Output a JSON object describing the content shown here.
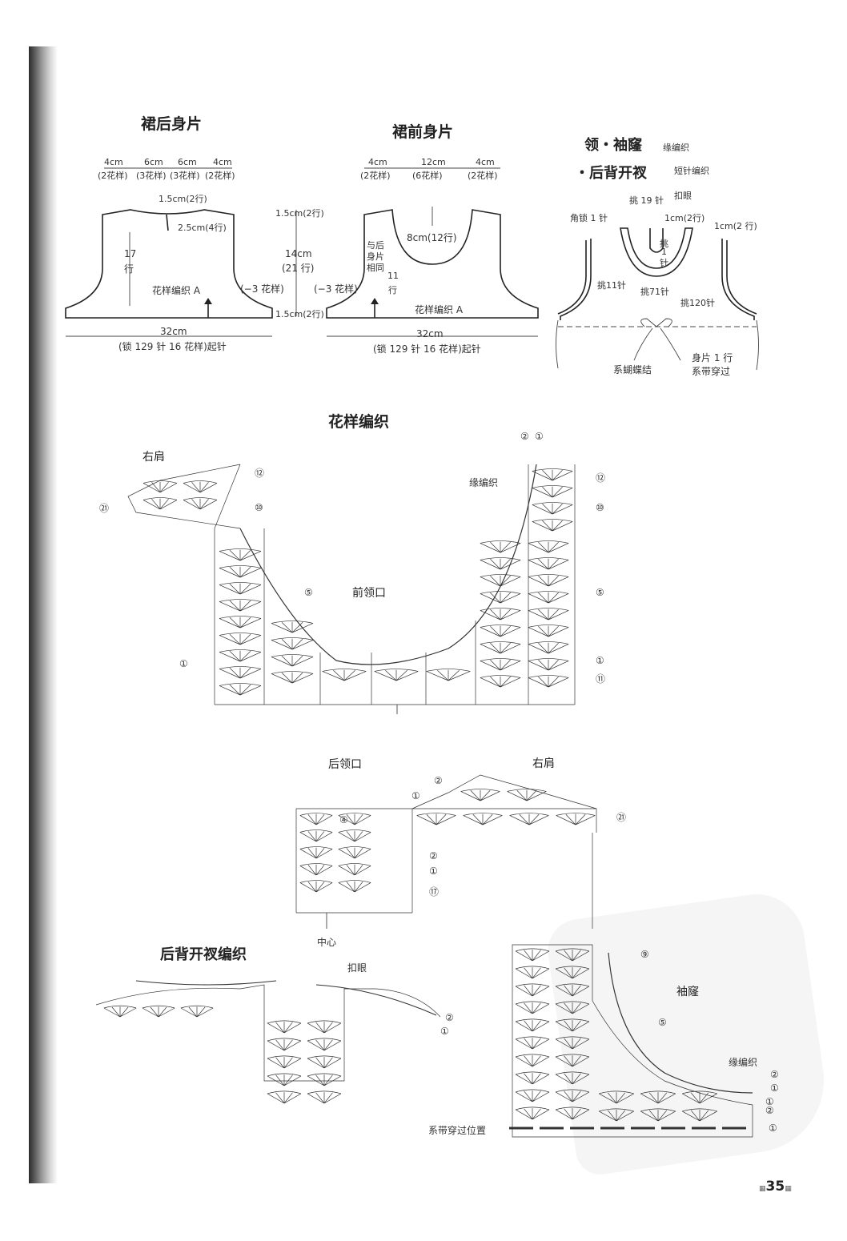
{
  "back_panel": {
    "title": "裙后身片",
    "widths": [
      "4cm",
      "6cm",
      "6cm",
      "4cm"
    ],
    "width_counts": [
      "(2花样)",
      "(3花样)",
      "(3花样)",
      "(2花样)"
    ],
    "neck_depth": "1.5cm(2行)",
    "slit": "2.5cm(4行)",
    "side_height": "17",
    "side_rows": "行",
    "pattern_label": "花样编织 A",
    "decrease": "(−3 花样)",
    "bottom_width": "32cm",
    "cast_on": "(锁 129 针 16 花样)起针"
  },
  "middle_dims": {
    "top": "1.5cm(2行)",
    "mid": "14cm",
    "mid_rows": "(21 行)",
    "bottom": "1.5cm(2行)"
  },
  "front_panel": {
    "title": "裙前身片",
    "widths": [
      "4cm",
      "12cm",
      "4cm"
    ],
    "width_counts": [
      "(2花样)",
      "(6花样)",
      "(2花样)"
    ],
    "neck": "8cm(12行)",
    "side_note": "与后身片相同",
    "rows_11": "11",
    "rows_unit": "行",
    "decrease": "(−3 花样)",
    "pattern_label": "花样编织 A",
    "bottom_width": "32cm",
    "cast_on": "(锁 129 针 16 花样)起针"
  },
  "edging": {
    "title_line1": "领・袖窿",
    "title_line1_note": "缘编织",
    "title_line2": "・后背开衩",
    "title_line2_note": "短针编织",
    "pick19": "挑 19 针",
    "button_loop": "扣眼",
    "corner": "角锁 1 针",
    "neck_band": "1cm(2行)",
    "arm_band": "1cm(2 行)",
    "pick1_a": "挑",
    "pick1_b": "1",
    "pick1_c": "针",
    "pick11": "挑11针",
    "pick71": "挑71针",
    "pick120": "挑120针",
    "bow": "系蝴蝶结",
    "body_row": "身片 1 行",
    "tie_through": "系带穿过"
  },
  "chart1": {
    "title": "花样编织",
    "right_shoulder": "右肩",
    "edge_label": "缘编织",
    "front_neck": "前领口",
    "rows": [
      "⑫",
      "⑩",
      "⑤",
      "①",
      "⑪",
      "㉑",
      "②",
      "①"
    ]
  },
  "chart2": {
    "back_neck": "后领口",
    "right_shoulder": "右肩",
    "rows": [
      "②",
      "①",
      "④",
      "②",
      "①",
      "⑰",
      "㉑"
    ],
    "center": "中心"
  },
  "chart3": {
    "title": "后背开衩编织",
    "button_loop": "扣眼",
    "rows": [
      "②",
      "①"
    ]
  },
  "chart4": {
    "armhole": "袖窿",
    "edge_label": "缘编织",
    "tie_position": "系带穿过位置",
    "rows": [
      "⑨",
      "⑤",
      "②",
      "①",
      "①",
      "②",
      "①"
    ]
  },
  "page": {
    "number": "35"
  }
}
